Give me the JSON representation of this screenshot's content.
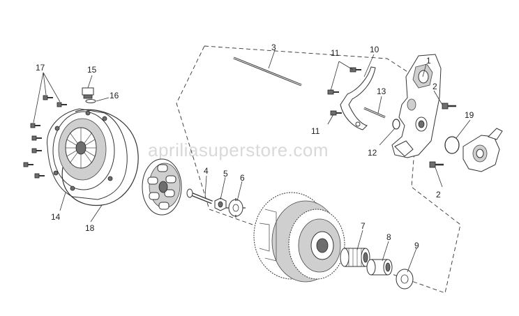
{
  "watermark": "apriliasuperstore.com",
  "callouts": {
    "c1": "1",
    "c2a": "2",
    "c2b": "2",
    "c3": "3",
    "c4": "4",
    "c5": "5",
    "c6": "6",
    "c7": "7",
    "c8": "8",
    "c9": "9",
    "c10": "10",
    "c11a": "11",
    "c11b": "11",
    "c12": "12",
    "c13": "13",
    "c14": "14",
    "c15": "15",
    "c16": "16",
    "c17": "17",
    "c18": "18",
    "c19": "19"
  }
}
